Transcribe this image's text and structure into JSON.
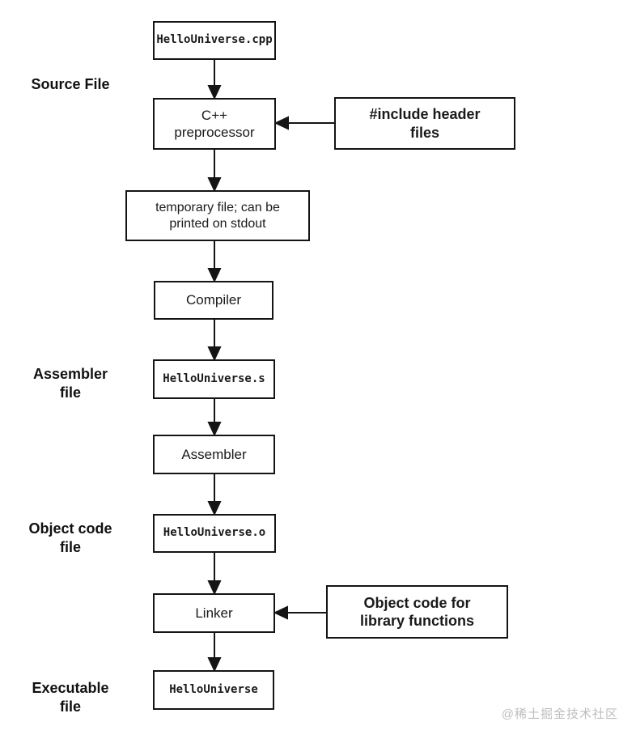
{
  "diagram": {
    "nodes": {
      "source_file_box": {
        "label": "HelloUniverse.cpp"
      },
      "preprocessor": {
        "label": "C++\npreprocessor"
      },
      "include_headers": {
        "label": "#include header\nfiles"
      },
      "temp_file": {
        "label": "temporary file; can be\nprinted on stdout"
      },
      "compiler": {
        "label": "Compiler"
      },
      "assembler_file_box": {
        "label": "HelloUniverse.s"
      },
      "assembler": {
        "label": "Assembler"
      },
      "object_file_box": {
        "label": "HelloUniverse.o"
      },
      "linker": {
        "label": "Linker"
      },
      "library_objects": {
        "label": "Object code for\nlibrary functions"
      },
      "executable_box": {
        "label": "HelloUniverse"
      }
    },
    "side_labels": {
      "source": "Source File",
      "assembler": "Assembler\nfile",
      "object": "Object code\nfile",
      "executable": "Executable\nfile"
    },
    "colors": {
      "line": "#141414",
      "watermark_gray": "#bdbdbd"
    }
  },
  "watermark": "@稀土掘金技术社区"
}
